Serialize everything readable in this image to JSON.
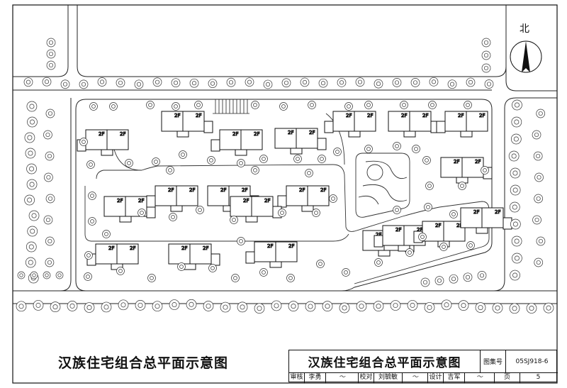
{
  "drawing": {
    "caption": "汉族住宅组合总平面示意图",
    "north": "北",
    "floor_label": "2F"
  },
  "title_block": {
    "title": "汉族住宅组合总平面示意图",
    "atlas_label": "图集号",
    "atlas_no": "05SJ918-6",
    "review_label": "审核",
    "reviewer": "李勇",
    "check_label": "校对",
    "checker": "刘毓敏",
    "design_label": "设计",
    "designer": "吉军",
    "page_label": "页",
    "page_no": "5"
  }
}
